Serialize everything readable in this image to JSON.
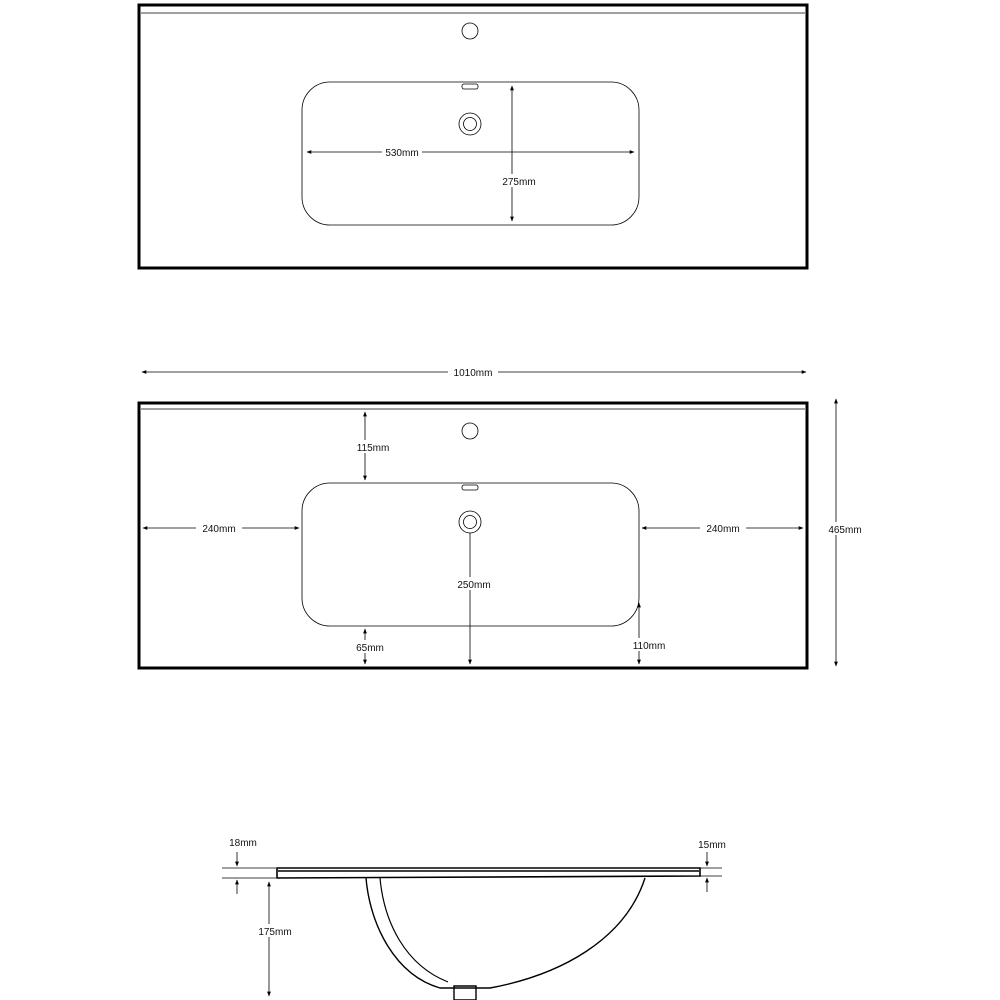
{
  "top_view": {
    "width_label": "530mm",
    "depth_label": "275mm"
  },
  "plan_view": {
    "overall_width_label": "1010mm",
    "overall_depth_label": "465mm",
    "tap_to_bowl_label": "115mm",
    "left_margin_label": "240mm",
    "right_margin_label": "240mm",
    "drain_to_front_label": "250mm",
    "bowl_to_front_left_label": "65mm",
    "bowl_to_front_right_label": "110mm"
  },
  "section_view": {
    "left_thickness_label": "18mm",
    "right_thickness_label": "15mm",
    "bowl_depth_label": "175mm"
  }
}
